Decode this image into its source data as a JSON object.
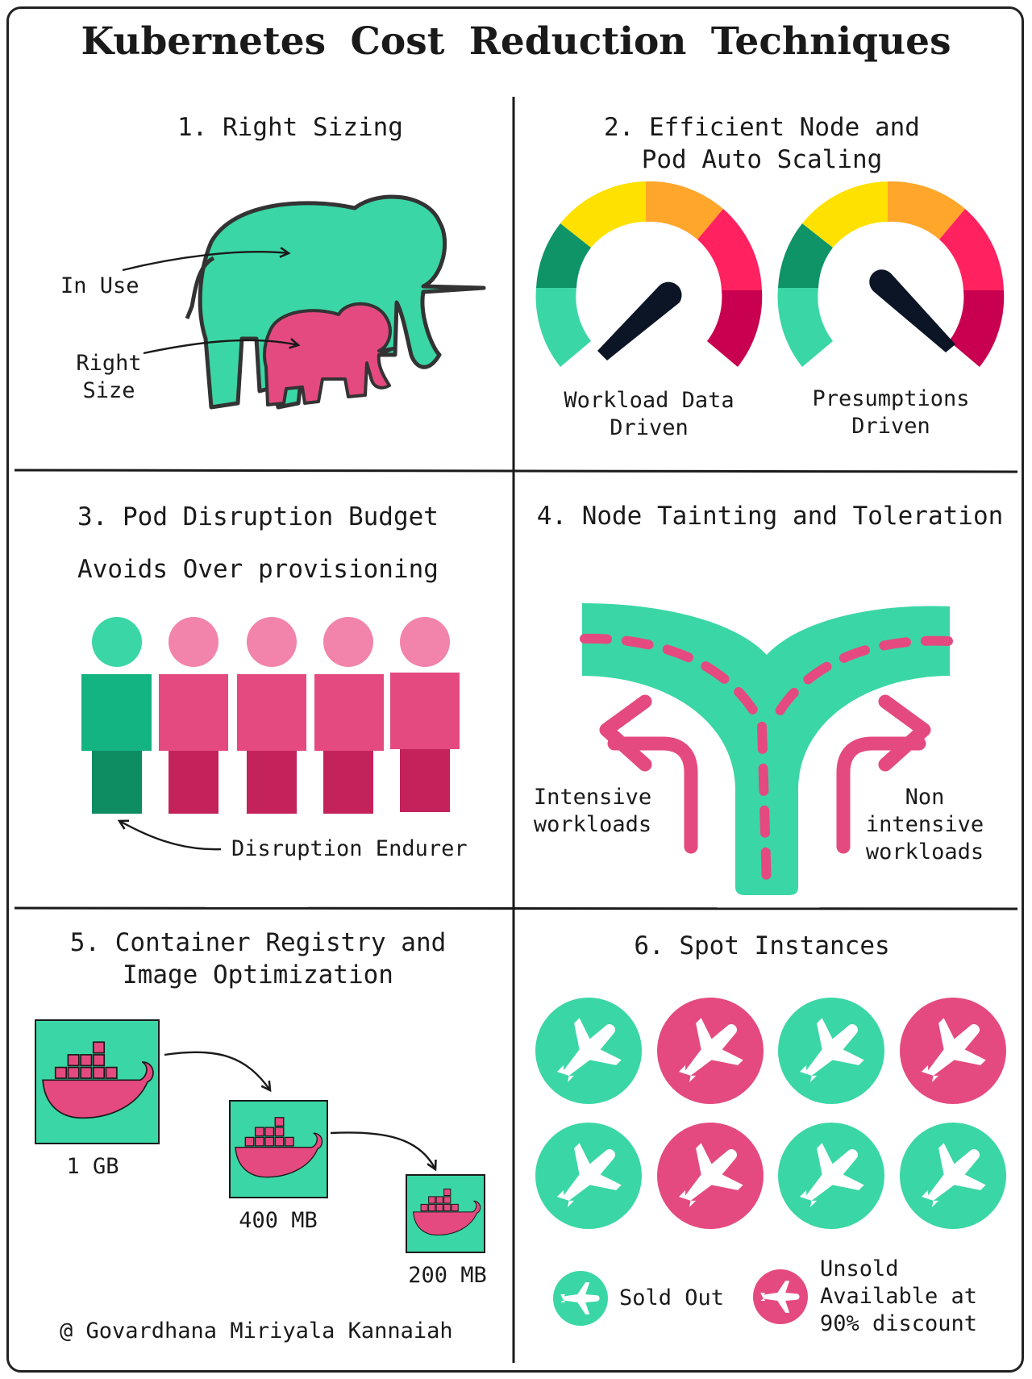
{
  "title": "Kubernetes Cost Reduction Techniques",
  "sections": {
    "s1": {
      "heading": "1. Right Sizing",
      "label_in_use": "In Use",
      "label_right_size_1": "Right",
      "label_right_size_2": "Size"
    },
    "s2": {
      "heading_1": "2. Efficient Node and",
      "heading_2": "Pod Auto Scaling",
      "gauge_left_1": "Workload Data",
      "gauge_left_2": "Driven",
      "gauge_right_1": "Presumptions",
      "gauge_right_2": "Driven"
    },
    "s3": {
      "heading": "3. Pod Disruption Budget",
      "subheading": "Avoids Over provisioning",
      "label_endurer": "Disruption Endurer"
    },
    "s4": {
      "heading": "4. Node Tainting and Toleration",
      "label_left_1": "Intensive",
      "label_left_2": "workloads",
      "label_right_1": "Non",
      "label_right_2": "intensive",
      "label_right_3": "workloads"
    },
    "s5": {
      "heading_1": "5. Container Registry and",
      "heading_2": "Image Optimization",
      "size_1": "1 GB",
      "size_2": "400 MB",
      "size_3": "200 MB"
    },
    "s6": {
      "heading": "6. Spot Instances",
      "legend_sold": "Sold Out",
      "legend_unsold_1": "Unsold",
      "legend_unsold_2": "Available at",
      "legend_unsold_3": "90% discount",
      "grid": [
        "sold",
        "unsold",
        "sold",
        "unsold",
        "sold",
        "unsold",
        "sold",
        "sold"
      ]
    }
  },
  "credit": "@ Govardhana Miriyala Kannaiah",
  "colors": {
    "green": "#3bd6a6",
    "pink": "#e44a7f",
    "dark": "#1a1a1a"
  }
}
